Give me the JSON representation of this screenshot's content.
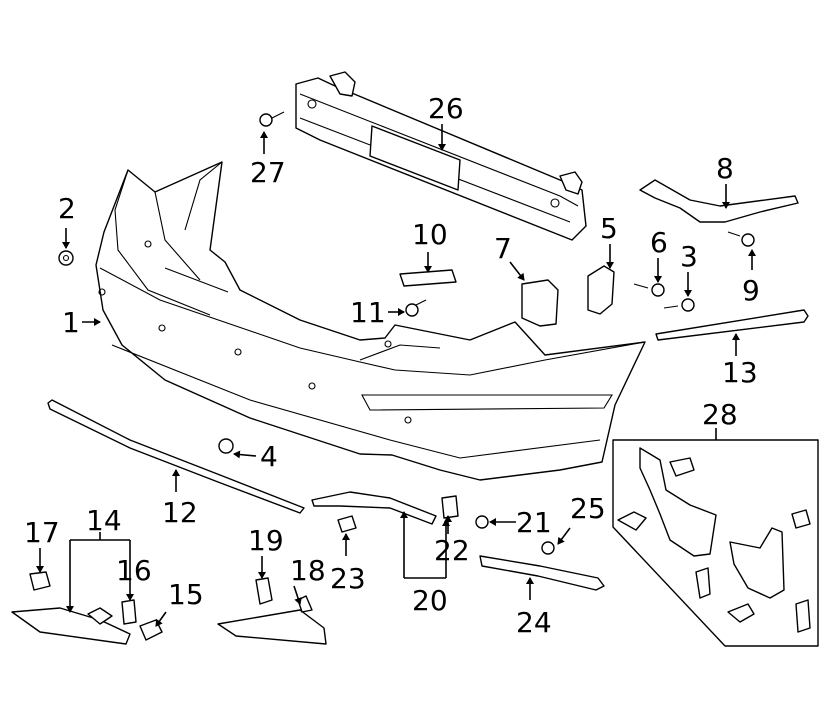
{
  "diagram": {
    "callouts": {
      "p1": "1",
      "p2": "2",
      "p3": "3",
      "p4": "4",
      "p5": "5",
      "p6": "6",
      "p7": "7",
      "p8": "8",
      "p9": "9",
      "p10": "10",
      "p11": "11",
      "p12": "12",
      "p13": "13",
      "p14": "14",
      "p15": "15",
      "p16": "16",
      "p17": "17",
      "p18": "18",
      "p19": "19",
      "p20": "20",
      "p21": "21",
      "p22": "22",
      "p23": "23",
      "p24": "24",
      "p25": "25",
      "p26": "26",
      "p27": "27",
      "p28": "28"
    },
    "colors": {
      "line": "#000000",
      "background": "#ffffff"
    }
  }
}
